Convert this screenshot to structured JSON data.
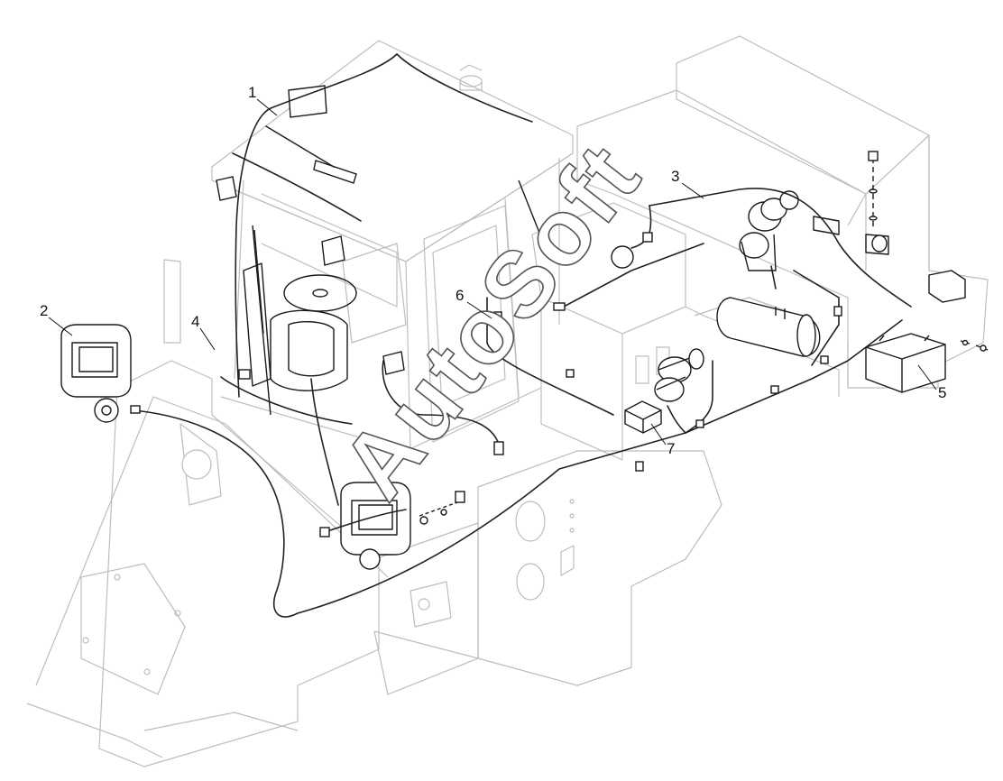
{
  "watermark": "AutoSoft",
  "callouts": [
    {
      "id": "1",
      "label": "1"
    },
    {
      "id": "2",
      "label": "2"
    },
    {
      "id": "3",
      "label": "3"
    },
    {
      "id": "4",
      "label": "4"
    },
    {
      "id": "5",
      "label": "5"
    },
    {
      "id": "6",
      "label": "6"
    },
    {
      "id": "7",
      "label": "7"
    }
  ],
  "colors": {
    "outline_light": "#bdbdbd",
    "outline_dark": "#1a1a1a",
    "background": "#ffffff"
  }
}
